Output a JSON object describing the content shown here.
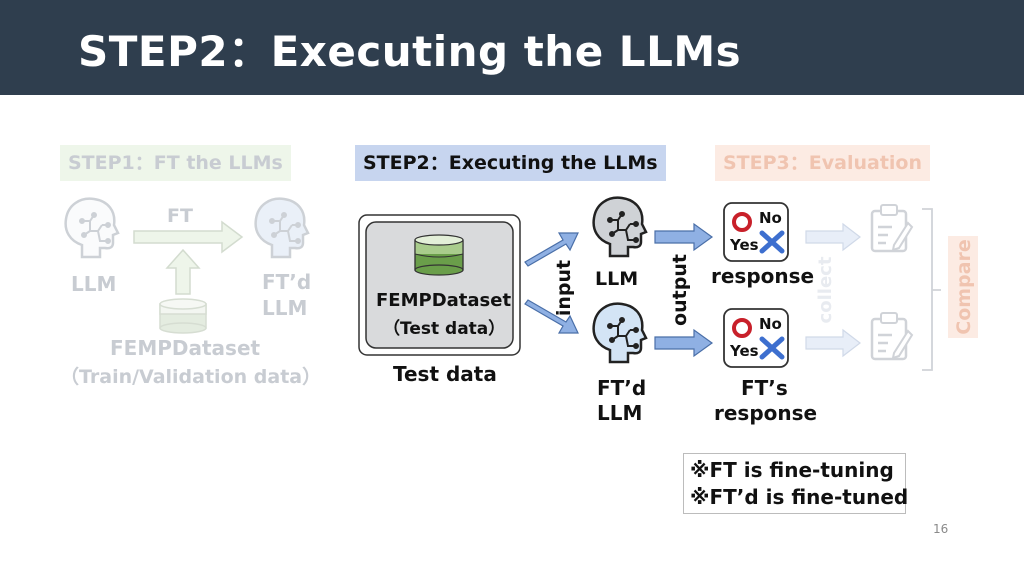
{
  "header": {
    "title": "STEP2：Executing the LLMs"
  },
  "steps": {
    "step1": "STEP1：FT the LLMs",
    "step2": "STEP2：Executing the LLMs",
    "step3": "STEP3：Evaluation"
  },
  "step1_panel": {
    "ft_label": "FT",
    "llm_label": "LLM",
    "ftd_llm_label_1": "FT’d",
    "ftd_llm_label_2": "LLM",
    "dataset_line_1": "FEMPDataset",
    "dataset_line_2": "（Train/Validation data）"
  },
  "step2_panel": {
    "dataset_line_1": "FEMPDataset",
    "dataset_line_2": "（Test data）",
    "test_data_label": "Test data",
    "input_label": "input",
    "output_label": "output",
    "llm_label": "LLM",
    "ftd_llm_label_1": "FT’d",
    "ftd_llm_label_2": "LLM",
    "response_label": "response",
    "ft_response_label_1": "FT’s",
    "ft_response_label_2": "response",
    "no_label": "No",
    "yes_label": "Yes"
  },
  "step3_panel": {
    "collect_label": "collect",
    "compare_label": "Compare"
  },
  "notes": [
    "※FT is fine-tuning",
    "※FT’d is fine-tuned"
  ],
  "page_number": "16",
  "colors": {
    "header_bg": "#2f3e4e",
    "step1_bg": "#e9f4e4",
    "step2_bg": "#c7d5ef",
    "step3_bg": "#fbe6dc",
    "arrow_blue": "#8fb0e3",
    "dataset_green": "#6a9e4a"
  }
}
